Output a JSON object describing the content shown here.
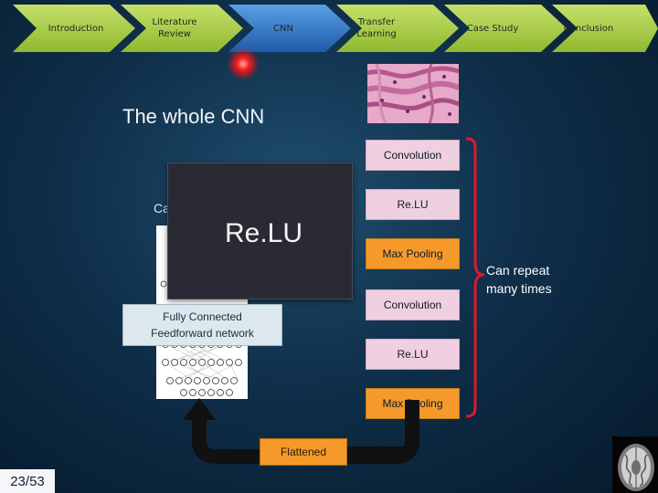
{
  "nav": {
    "items": [
      {
        "label": "Introduction"
      },
      {
        "label": "Literature\nReview"
      },
      {
        "label": "CNN"
      },
      {
        "label": "Transfer\nLearning"
      },
      {
        "label": "Case Study"
      },
      {
        "label": "Conclusion"
      }
    ],
    "active_index": 2
  },
  "slide": {
    "title": "The whole CNN",
    "overlay_label": "Re.LU",
    "partial_text": "Ca",
    "fc_label_line1": "Fully Connected",
    "fc_label_line2": "Feedforward network",
    "repeat_line1": "Can repeat",
    "repeat_line2": "many times",
    "flattened_label": "Flattened",
    "page_number": "23/53"
  },
  "flow": [
    {
      "label": "Convolution",
      "color": "#f0d0e0"
    },
    {
      "label": "Re.LU",
      "color": "#f0d0e0"
    },
    {
      "label": "Max Pooling",
      "color": "#f59a2a"
    },
    {
      "label": "Convolution",
      "color": "#f0d0e0"
    },
    {
      "label": "Re.LU",
      "color": "#f0d0e0"
    },
    {
      "label": "Max Pooling",
      "color": "#f59a2a"
    }
  ],
  "colors": {
    "nav_green": "#9cc63c",
    "nav_active": "#2f6fbf",
    "bracket_red": "#e0182a",
    "arrow_black": "#111111"
  }
}
